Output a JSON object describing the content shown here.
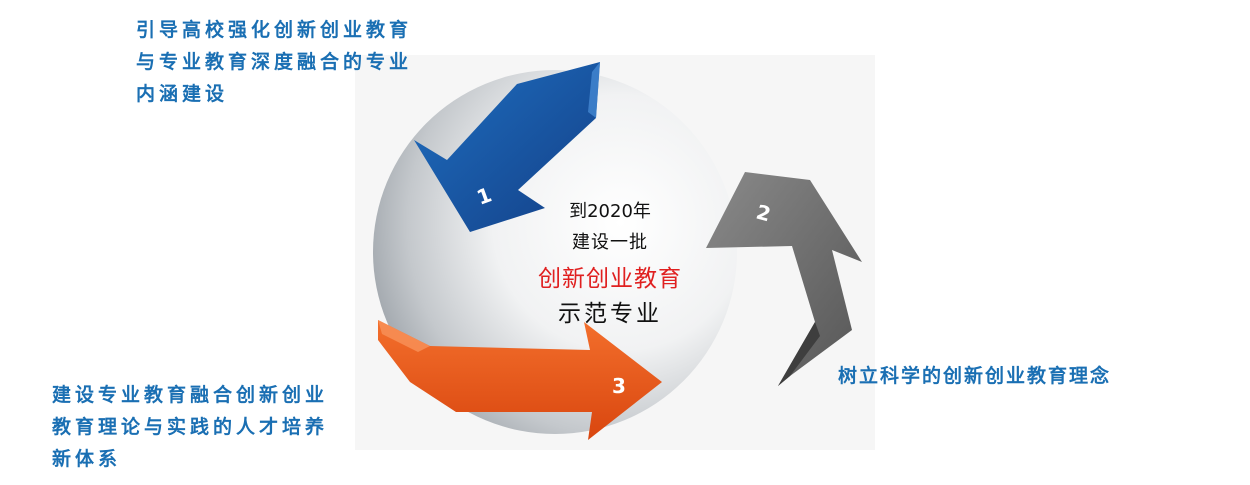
{
  "captions": {
    "top": [
      "引导高校强化创新创业教育",
      "与专业教育深度融合的专业",
      "内涵建设"
    ],
    "right": [
      "树立科学的创新创业教育理念"
    ],
    "bottom": [
      "建设专业教育融合创新创业",
      "教育理论与实践的人才培养",
      "新体系"
    ]
  },
  "center": {
    "line1": "到2020年",
    "line2": "建设一批",
    "line3": "创新创业教育",
    "line4": "示范专业"
  },
  "arrows": [
    {
      "number": "1",
      "color": "#1b5aa6"
    },
    {
      "number": "2",
      "color": "#6e6e6e"
    },
    {
      "number": "3",
      "color": "#ef5a1c"
    }
  ],
  "colors": {
    "caption": "#1a6fb3",
    "highlight": "#e02020"
  }
}
